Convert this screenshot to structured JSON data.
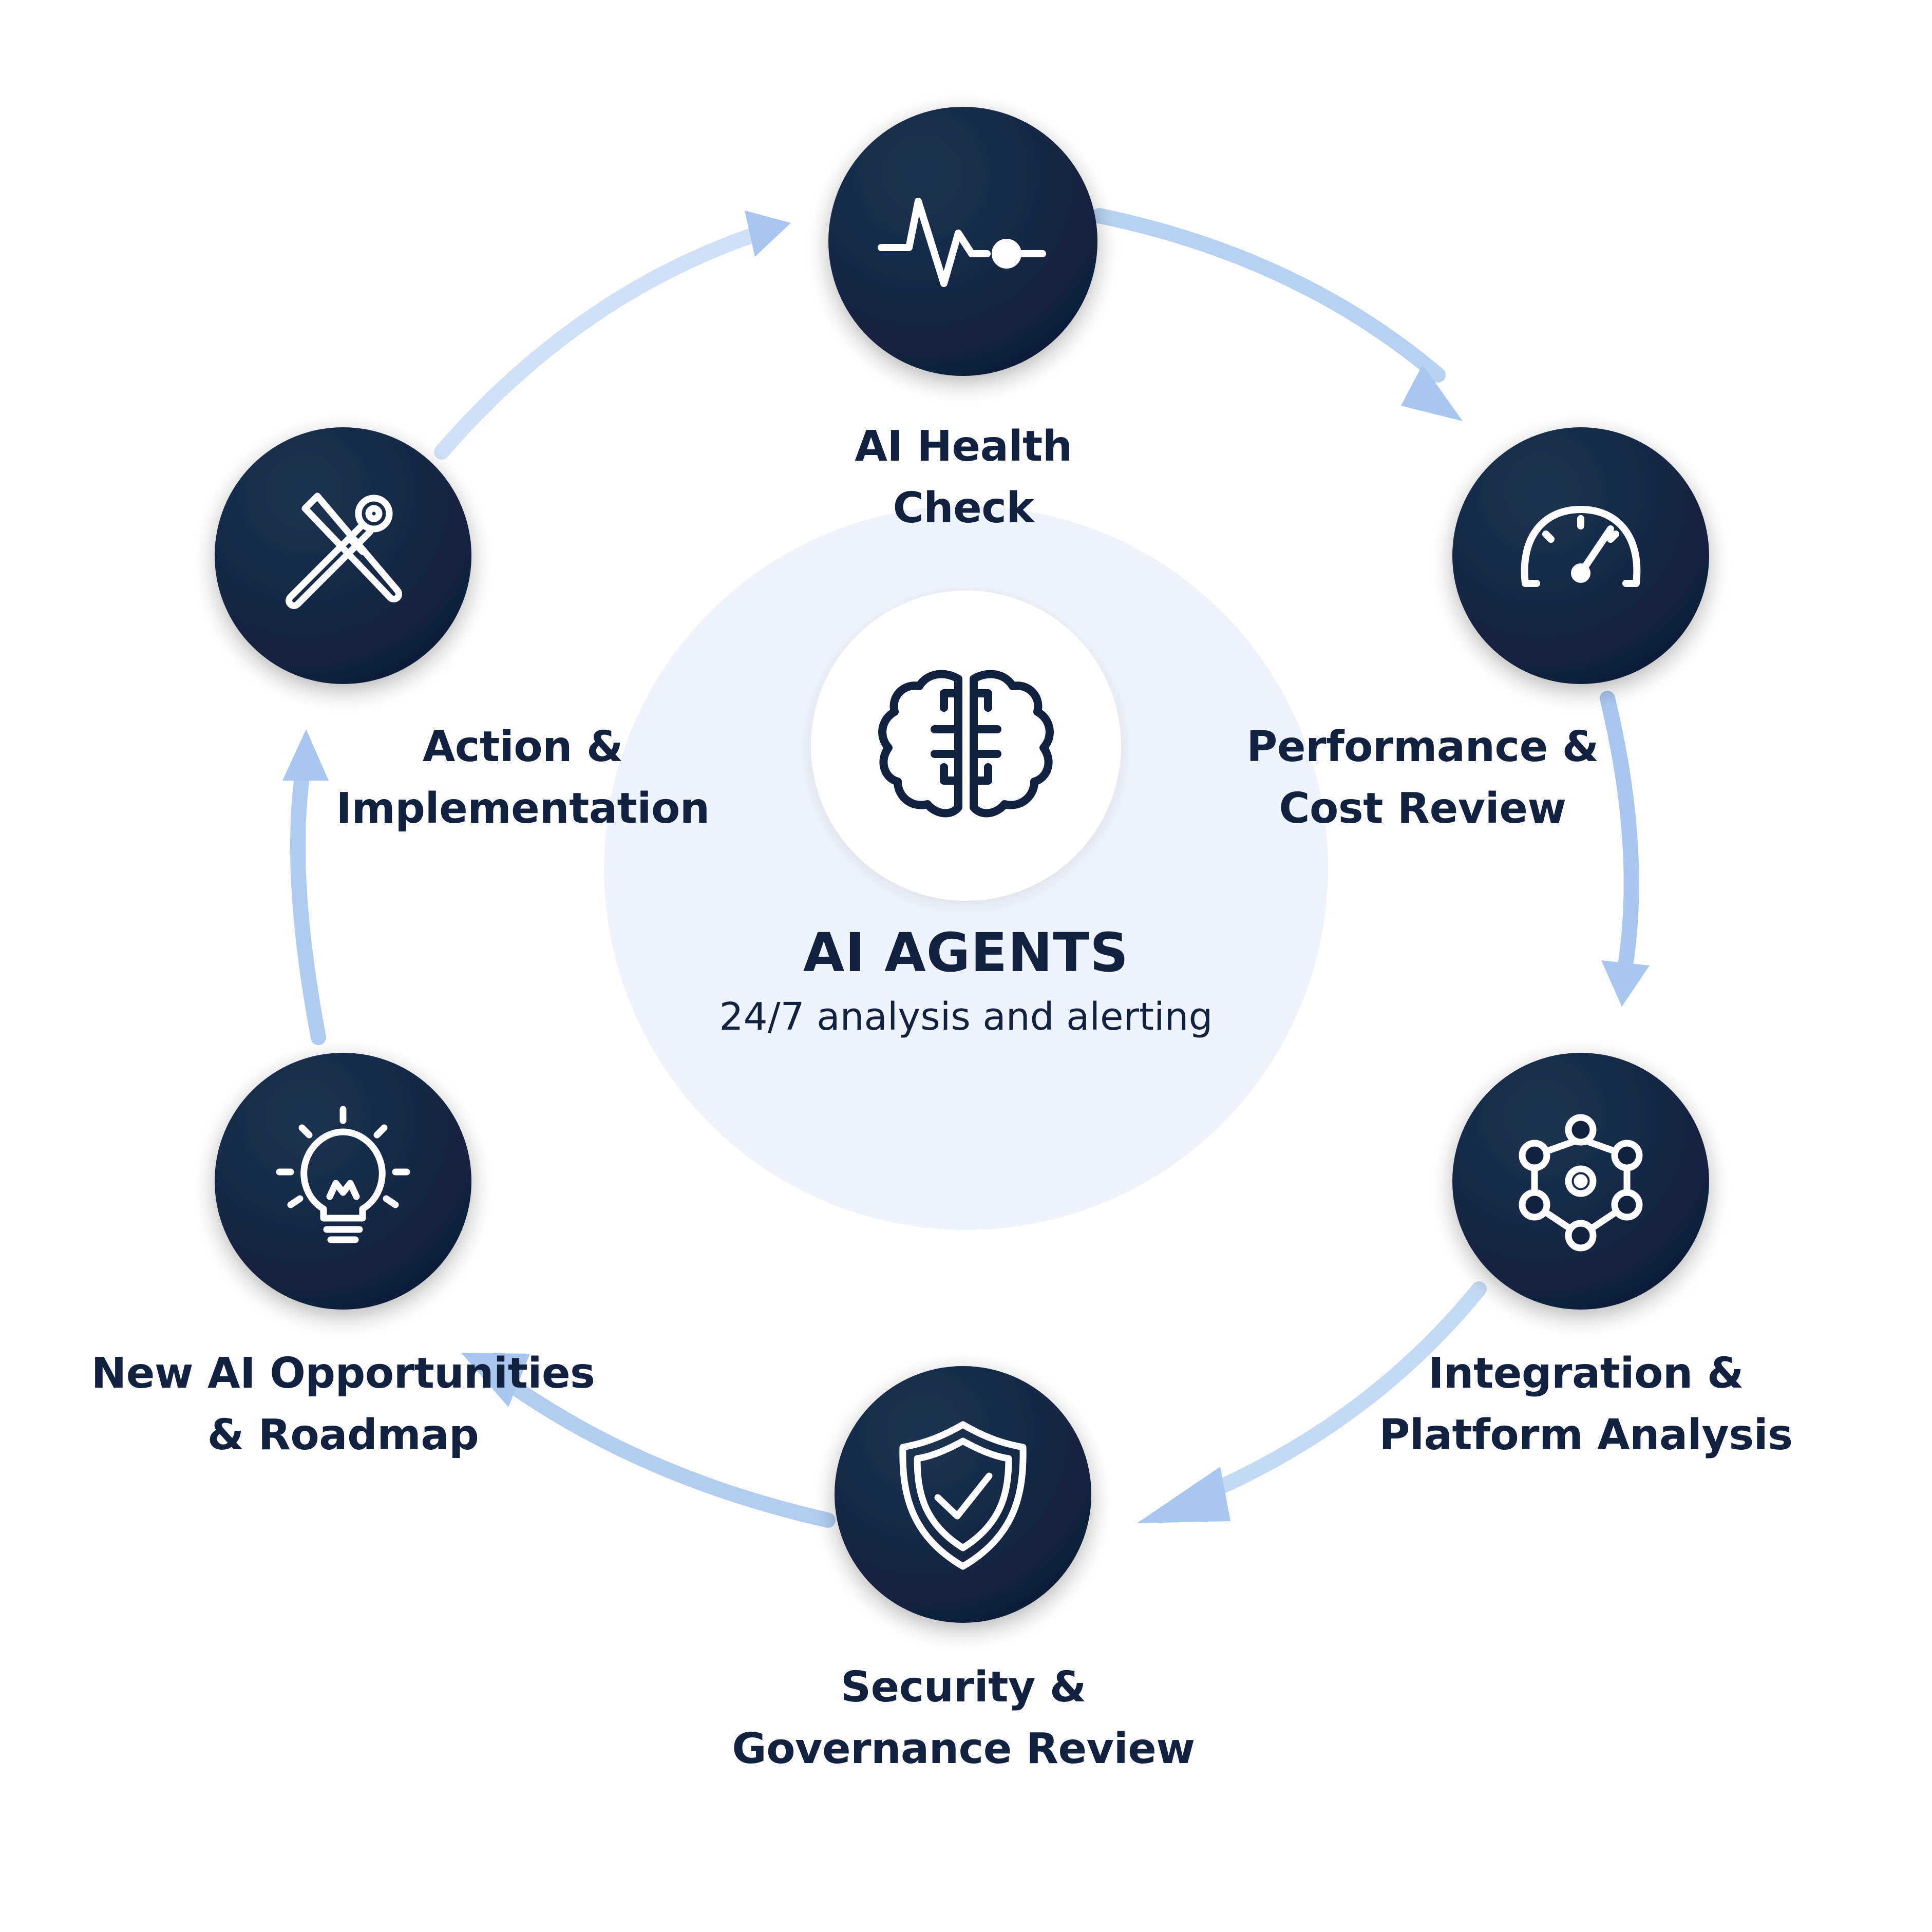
{
  "colors": {
    "navy": "#11213f",
    "navy_light": "#1d3352",
    "arrow": "#a9c6ef",
    "arrow_light": "#d3e3f8",
    "hub": "#eef3fc",
    "text": "#11213f",
    "icon_stroke": "#ffffff"
  },
  "center": {
    "title": "AI AGENTS",
    "subtitle": "24/7 analysis and alerting",
    "icon": "brain-icon"
  },
  "stages": [
    {
      "id": "health-check",
      "icon": "pulse-icon",
      "line1": "AI Health",
      "line2": "Check"
    },
    {
      "id": "performance-cost",
      "icon": "speedometer-icon",
      "line1": "Performance &",
      "line2": "Cost Review"
    },
    {
      "id": "integration-platform",
      "icon": "network-icon",
      "line1": "Integration &",
      "line2": "Platform Analysis"
    },
    {
      "id": "security-governance",
      "icon": "shield-check-icon",
      "line1": "Security &",
      "line2": "Governance Review"
    },
    {
      "id": "opportunities-roadmap",
      "icon": "lightbulb-icon",
      "line1": "New AI Opportunities",
      "line2": "& Roadmap"
    },
    {
      "id": "action-implementation",
      "icon": "tools-icon",
      "line1": "Action &",
      "line2": "Implementation"
    }
  ]
}
